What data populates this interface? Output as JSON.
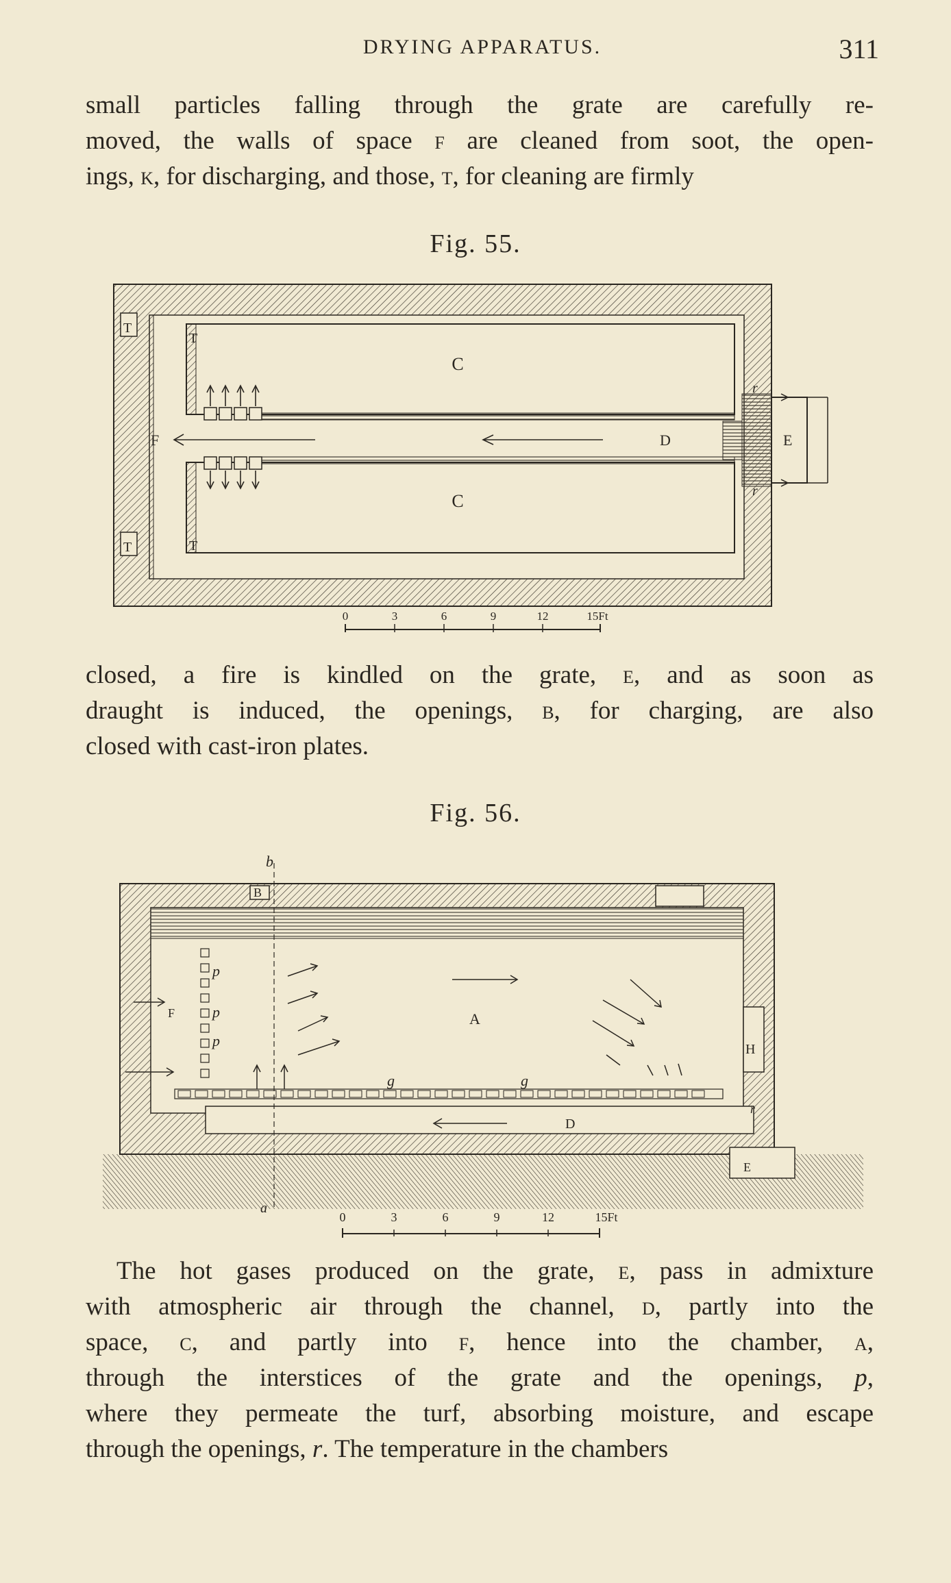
{
  "header": {
    "running_title": "DRYING APPARATUS.",
    "page_number": "311"
  },
  "para1": {
    "lines": [
      [
        "small particles falling through the grate are carefully re-"
      ],
      [
        "moved, the walls of space ",
        "F",
        " are cleaned from soot, the open-"
      ],
      [
        "ings, ",
        "K",
        ", for discharging, and those, ",
        "T",
        ", for cleaning are firmly"
      ]
    ]
  },
  "fig55": {
    "caption": "Fig. 55.",
    "labels": {
      "C": "C",
      "T": "T",
      "F": "F",
      "D": "D",
      "E": "E",
      "r": "r"
    },
    "scale": [
      "0",
      "3",
      "6",
      "9",
      "12",
      "15Ft"
    ]
  },
  "para2": {
    "lines": [
      [
        "closed, a fire is kindled on the grate, ",
        "E",
        ", and as soon as"
      ],
      [
        "draught is induced, the openings, ",
        "B",
        ", for charging, are also"
      ],
      [
        "closed with cast-iron plates."
      ]
    ]
  },
  "fig56": {
    "caption": "Fig. 56.",
    "labels": {
      "b": "b",
      "B": "B",
      "p": "p",
      "F": "F",
      "A": "A",
      "g": "g",
      "H": "H",
      "D": "D",
      "E": "E",
      "a": "a",
      "r": "r"
    },
    "scale": [
      "0",
      "3",
      "6",
      "9",
      "12",
      "15Ft"
    ]
  },
  "para3": {
    "lines": [
      [
        "The hot gases produced on the grate, ",
        "E",
        ", pass in admixture"
      ],
      [
        "with atmospheric air through the channel, ",
        "D",
        ", partly into the"
      ],
      [
        "space, ",
        "C",
        ", and partly into ",
        "F",
        ", hence into the chamber, ",
        "A",
        ","
      ],
      [
        "through the interstices of the grate and the openings, ",
        "p",
        ","
      ],
      [
        "where they permeate the turf, absorbing moisture, and escape"
      ],
      [
        "through the openings, ",
        "r",
        ".  The temperature in the chambers"
      ]
    ]
  }
}
